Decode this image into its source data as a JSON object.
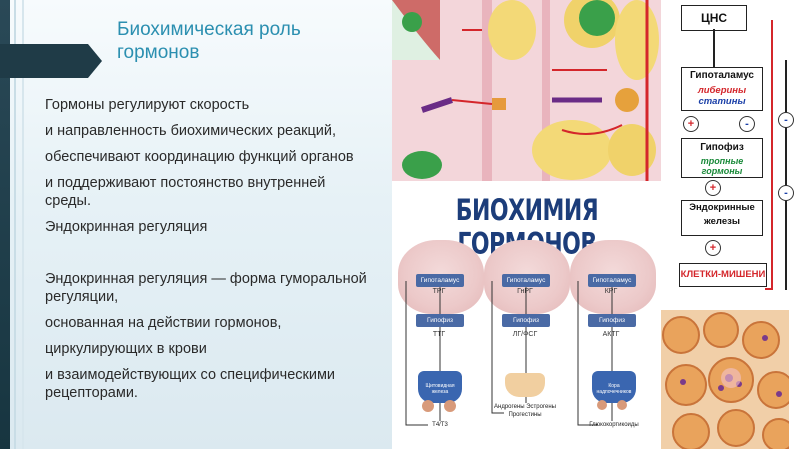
{
  "slide": {
    "title": "Биохимическая роль гормонов",
    "body": [
      "Гормоны регулируют скорость",
      "и направленность биохимических реакций,",
      "обеспечивают координацию функций органов",
      "и поддерживают постоянство внутренней среды.",
      "Эндокринная регуляция",
      "Эндокринная регуляция — форма гуморальной регуляции,",
      "основанная на действии гормонов,",
      "циркулирующих в крови",
      "и взаимодействующих со специфическими рецепторами."
    ]
  },
  "biochem_panel": {
    "heading": "БИОХИМИЯ ГОРМОНОВ",
    "axes": [
      {
        "top": "Гипоталамус",
        "releasing": "ТРГ",
        "bottom": "Гипофиз",
        "tropic": "ТТГ",
        "gland_text": "Щитовидная железа",
        "output": "Т4/Т3"
      },
      {
        "top": "Гипоталамус",
        "releasing": "ГнРГ",
        "bottom": "Гипофиз",
        "tropic": "ЛГ/ФСГ",
        "gland_text": "",
        "output": "Андрогены Эстрогены Прогестины"
      },
      {
        "top": "Гипоталамус",
        "releasing": "КРГ",
        "bottom": "Гипофиз",
        "tropic": "АКТГ",
        "gland_text": "Кора надпочечников",
        "output": "Глюкокортикоиды"
      }
    ]
  },
  "scheme_panel": {
    "cns": "ЦНС",
    "hypothalamus": "Гипоталамус",
    "liberins": "либерины",
    "statins": "статины",
    "pituitary": "Гипофиз",
    "tropic_hormones": "тропные гормоны",
    "glands": "Эндокринные железы",
    "targets": "КЛЕТКИ-МИШЕНИ",
    "plus": "+",
    "minus": "-"
  },
  "colors": {
    "accent": "#2b8fb0",
    "dark": "#1f3b47",
    "scheme_red": "#d4262b",
    "scheme_green": "#1a8a3a",
    "scheme_blue": "#1a3fa8"
  }
}
